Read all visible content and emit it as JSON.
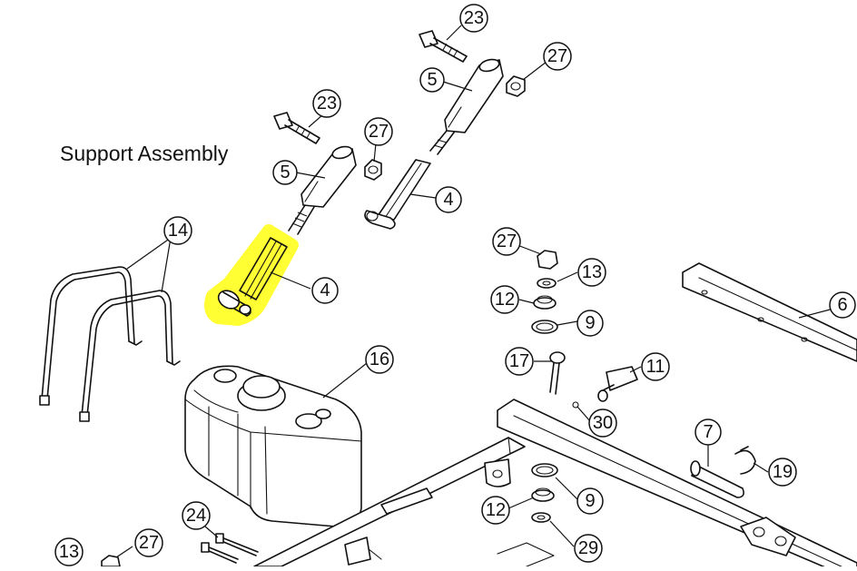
{
  "title": "Support Assembly",
  "highlight_color": "#ffff33",
  "callouts": [
    "23",
    "27",
    "5",
    "23",
    "27",
    "5",
    "4",
    "4",
    "14",
    "27",
    "13",
    "6",
    "12",
    "9",
    "16",
    "17",
    "11",
    "30",
    "7",
    "19",
    "12",
    "9",
    "24",
    "27",
    "29",
    "13"
  ]
}
